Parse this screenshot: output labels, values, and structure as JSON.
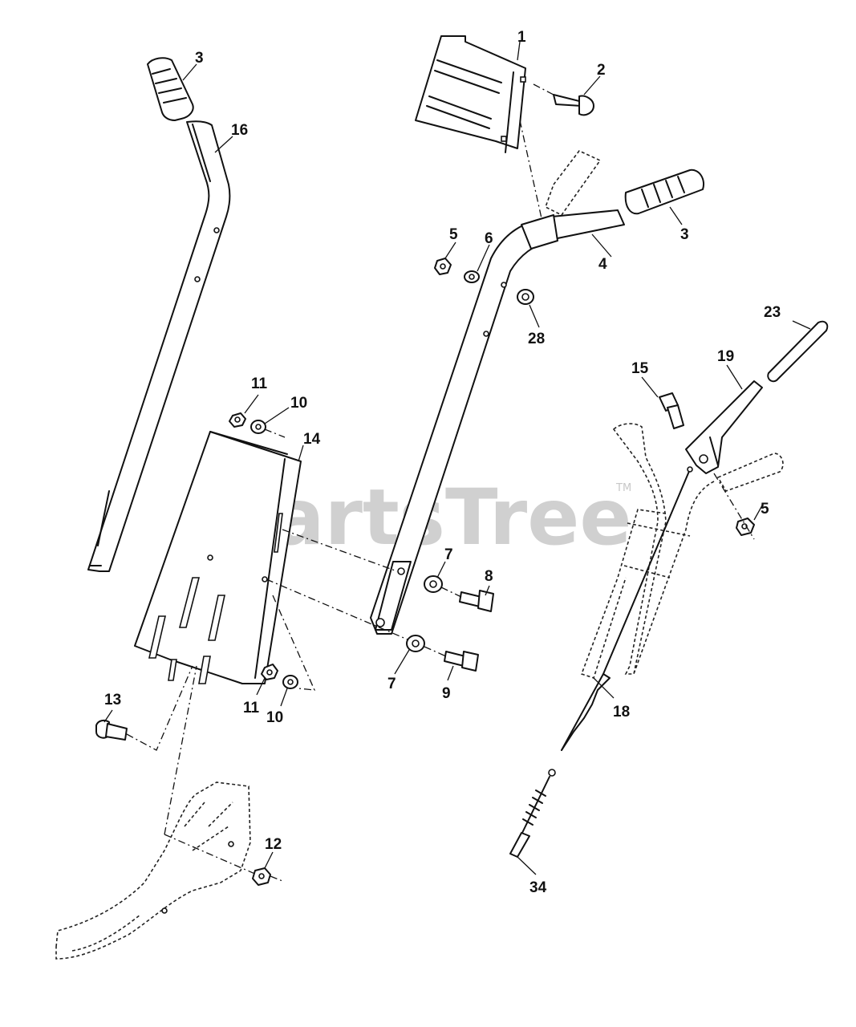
{
  "watermark": {
    "text": "PartsTree",
    "mark": "TM"
  },
  "callouts": [
    {
      "id": "c1",
      "label": "1"
    },
    {
      "id": "c2",
      "label": "2"
    },
    {
      "id": "c3a",
      "label": "3"
    },
    {
      "id": "c3b",
      "label": "3"
    },
    {
      "id": "c4",
      "label": "4"
    },
    {
      "id": "c5a",
      "label": "5"
    },
    {
      "id": "c5b",
      "label": "5"
    },
    {
      "id": "c6",
      "label": "6"
    },
    {
      "id": "c7a",
      "label": "7"
    },
    {
      "id": "c7b",
      "label": "7"
    },
    {
      "id": "c8",
      "label": "8"
    },
    {
      "id": "c9",
      "label": "9"
    },
    {
      "id": "c10a",
      "label": "10"
    },
    {
      "id": "c10b",
      "label": "10"
    },
    {
      "id": "c11a",
      "label": "11"
    },
    {
      "id": "c11b",
      "label": "11"
    },
    {
      "id": "c12",
      "label": "12"
    },
    {
      "id": "c13",
      "label": "13"
    },
    {
      "id": "c14",
      "label": "14"
    },
    {
      "id": "c15",
      "label": "15"
    },
    {
      "id": "c16",
      "label": "16"
    },
    {
      "id": "c18",
      "label": "18"
    },
    {
      "id": "c19",
      "label": "19"
    },
    {
      "id": "c23",
      "label": "23"
    },
    {
      "id": "c28",
      "label": "28"
    },
    {
      "id": "c34",
      "label": "34"
    }
  ]
}
